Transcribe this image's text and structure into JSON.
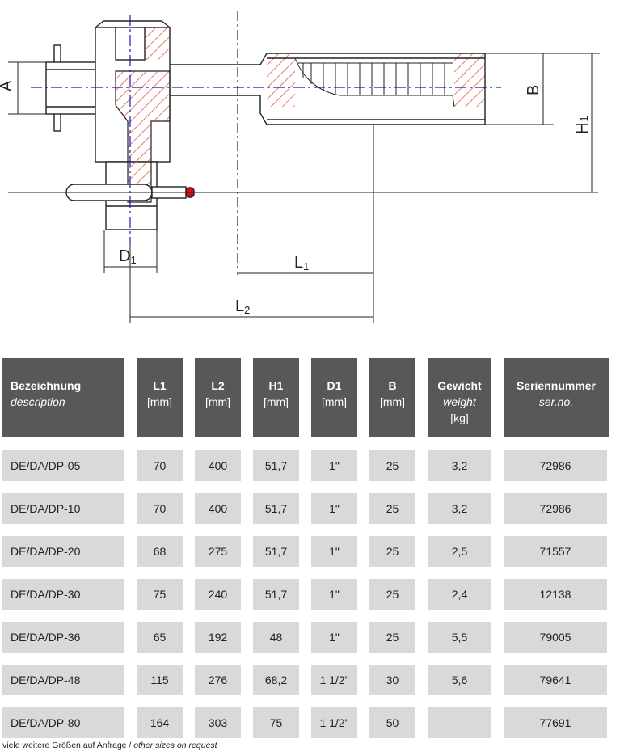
{
  "drawing": {
    "labels": {
      "a": "A",
      "b": "B",
      "h1_main": "H",
      "h1_sub": "1",
      "d1_main": "D",
      "d1_sub": "1",
      "l1_main": "L",
      "l1_sub": "1",
      "l2_main": "L",
      "l2_sub": "2"
    },
    "colors": {
      "hatch": "#e0402e",
      "line": "#222222",
      "centerline": "#1a1aa8",
      "tip": "#d01010"
    }
  },
  "table": {
    "headers": [
      {
        "main": "Bezeichnung",
        "sub": "description",
        "unit": ""
      },
      {
        "main": "L1",
        "sub": "",
        "unit": "[mm]"
      },
      {
        "main": "L2",
        "sub": "",
        "unit": "[mm]"
      },
      {
        "main": "H1",
        "sub": "",
        "unit": "[mm]"
      },
      {
        "main": "D1",
        "sub": "",
        "unit": "[mm]"
      },
      {
        "main": "B",
        "sub": "",
        "unit": "[mm]"
      },
      {
        "main": "Gewicht",
        "sub": "weight",
        "unit": "[kg]"
      },
      {
        "main": "Seriennummer",
        "sub": "ser.no.",
        "unit": ""
      }
    ],
    "rows": [
      [
        "DE/DA/DP-05",
        "70",
        "400",
        "51,7",
        "1\"",
        "25",
        "3,2",
        "72986"
      ],
      [
        "DE/DA/DP-10",
        "70",
        "400",
        "51,7",
        "1\"",
        "25",
        "3,2",
        "72986"
      ],
      [
        "DE/DA/DP-20",
        "68",
        "275",
        "51,7",
        "1\"",
        "25",
        "2,5",
        "71557"
      ],
      [
        "DE/DA/DP-30",
        "75",
        "240",
        "51,7",
        "1\"",
        "25",
        "2,4",
        "12138"
      ],
      [
        "DE/DA/DP-36",
        "65",
        "192",
        "48",
        "1\"",
        "25",
        "5,5",
        "79005"
      ],
      [
        "DE/DA/DP-48",
        "115",
        "276",
        "68,2",
        "1 1/2\"",
        "30",
        "5,6",
        "79641"
      ],
      [
        "DE/DA/DP-80",
        "164",
        "303",
        "75",
        "1 1/2\"",
        "50",
        "",
        "77691"
      ]
    ],
    "header_color": "#585858",
    "cell_color": "#d9d9d9"
  },
  "footnote": {
    "german": "viele weitere Größen auf Anfrage /",
    "english": "other sizes on request"
  }
}
